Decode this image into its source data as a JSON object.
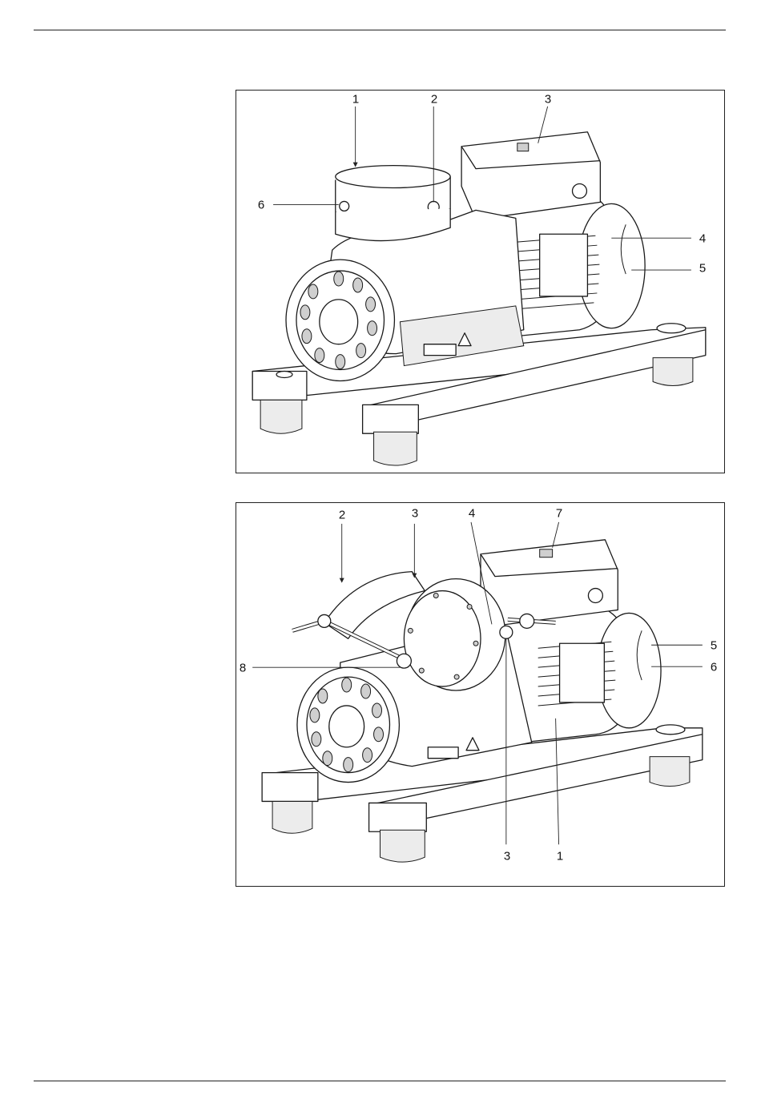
{
  "figure_top": {
    "callouts": [
      {
        "id": "c1",
        "label": "1"
      },
      {
        "id": "c2",
        "label": "2"
      },
      {
        "id": "c3",
        "label": "3"
      },
      {
        "id": "c4",
        "label": "4"
      },
      {
        "id": "c5",
        "label": "5"
      },
      {
        "id": "c6",
        "label": "6"
      }
    ]
  },
  "figure_bottom": {
    "callouts": [
      {
        "id": "c1",
        "label": "1"
      },
      {
        "id": "c2",
        "label": "2"
      },
      {
        "id": "c3a",
        "label": "3"
      },
      {
        "id": "c3b",
        "label": "3"
      },
      {
        "id": "c4",
        "label": "4"
      },
      {
        "id": "c5",
        "label": "5"
      },
      {
        "id": "c6",
        "label": "6"
      },
      {
        "id": "c7",
        "label": "7"
      },
      {
        "id": "c8",
        "label": "8"
      }
    ]
  }
}
